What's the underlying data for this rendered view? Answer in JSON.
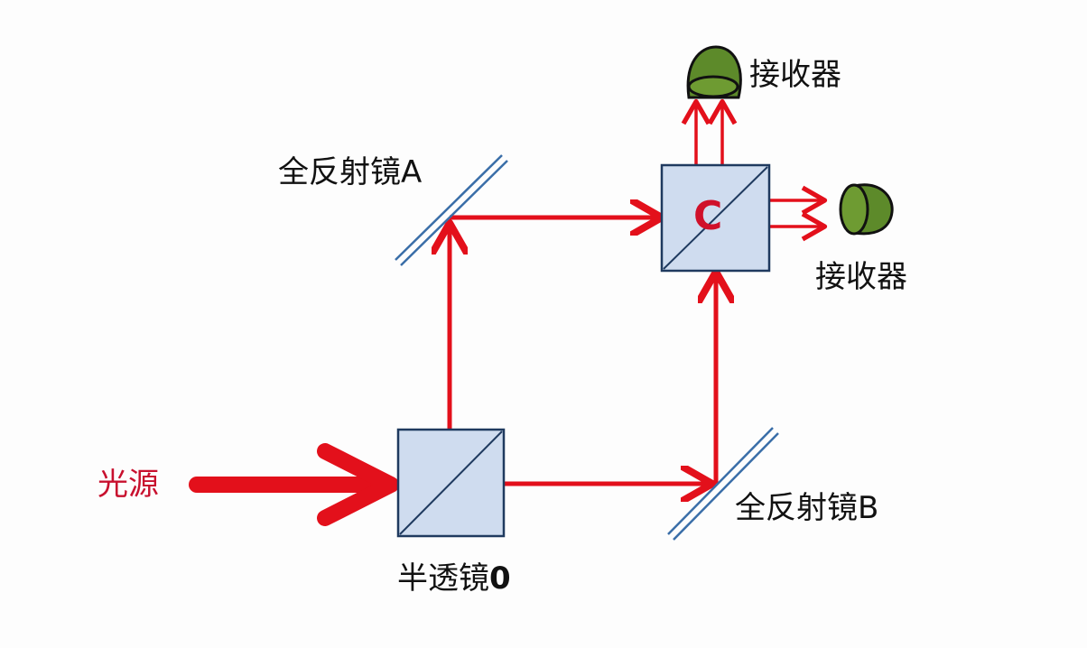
{
  "labels": {
    "source": "光源",
    "half_mirror": "半透镜",
    "half_mirror_id": "0",
    "mirror_a": "全反射镜A",
    "mirror_b": "全反射镜B",
    "combiner": "C",
    "receiver_top": "接收器",
    "receiver_right": "接收器"
  },
  "colors": {
    "beam": "#e3101b",
    "source_label": "#c8102e",
    "splitter_fill": "#cfdcef",
    "splitter_edge": "#1f3a5f",
    "detector": "#5d8a2a",
    "mirror": "#3a6ea8"
  }
}
